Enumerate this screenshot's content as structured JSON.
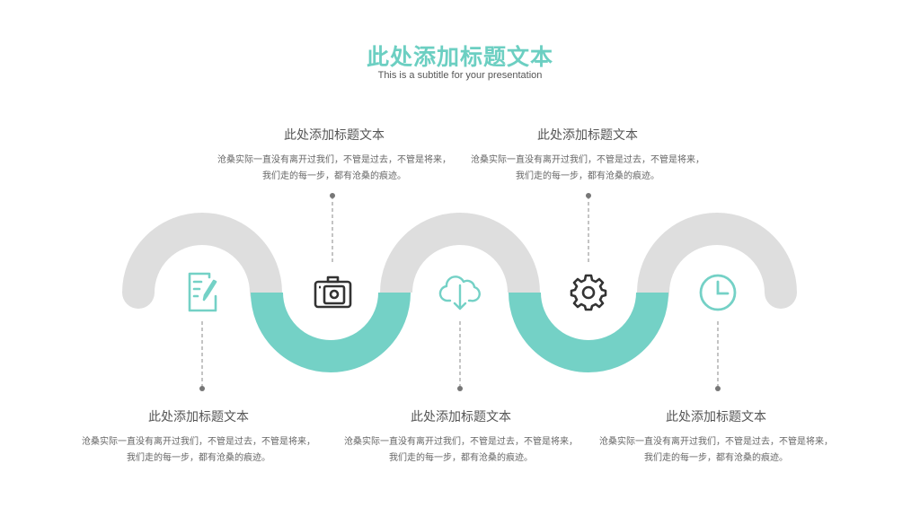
{
  "header": {
    "title": "此处添加标题文本",
    "subtitle": "This is a subtitle for your presentation"
  },
  "colors": {
    "accent": "#74d1c6",
    "gray_arc": "#dedede",
    "dark_icon": "#333333"
  },
  "top_items": [
    {
      "title": "此处添加标题文本",
      "line1": "沧桑实际一直没有离开过我们，不管是过去，不管是将来，",
      "line2": "我们走的每一步，都有沧桑的痕迹。"
    },
    {
      "title": "此处添加标题文本",
      "line1": "沧桑实际一直没有离开过我们，不管是过去，不管是将来，",
      "line2": "我们走的每一步，都有沧桑的痕迹。"
    }
  ],
  "bottom_items": [
    {
      "title": "此处添加标题文本",
      "line1": "沧桑实际一直没有离开过我们，不管是过去，不管是将来，",
      "line2": "我们走的每一步，都有沧桑的痕迹。"
    },
    {
      "title": "此处添加标题文本",
      "line1": "沧桑实际一直没有离开过我们，不管是过去，不管是将来，",
      "line2": "我们走的每一步，都有沧桑的痕迹。"
    },
    {
      "title": "此处添加标题文本",
      "line1": "沧桑实际一直没有离开过我们，不管是过去，不管是将来，",
      "line2": "我们走的每一步，都有沧桑的痕迹。"
    }
  ],
  "icons": [
    "edit-document-icon",
    "camera-icon",
    "cloud-download-icon",
    "gear-icon",
    "clock-icon"
  ]
}
